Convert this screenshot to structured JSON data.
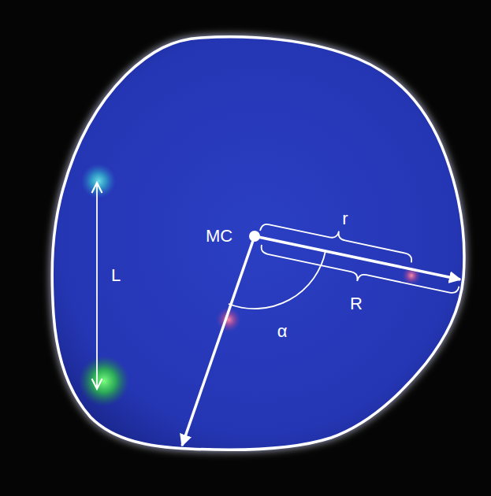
{
  "diagram": {
    "labels": [
      "L",
      "MC",
      "r",
      "R",
      "α"
    ]
  }
}
